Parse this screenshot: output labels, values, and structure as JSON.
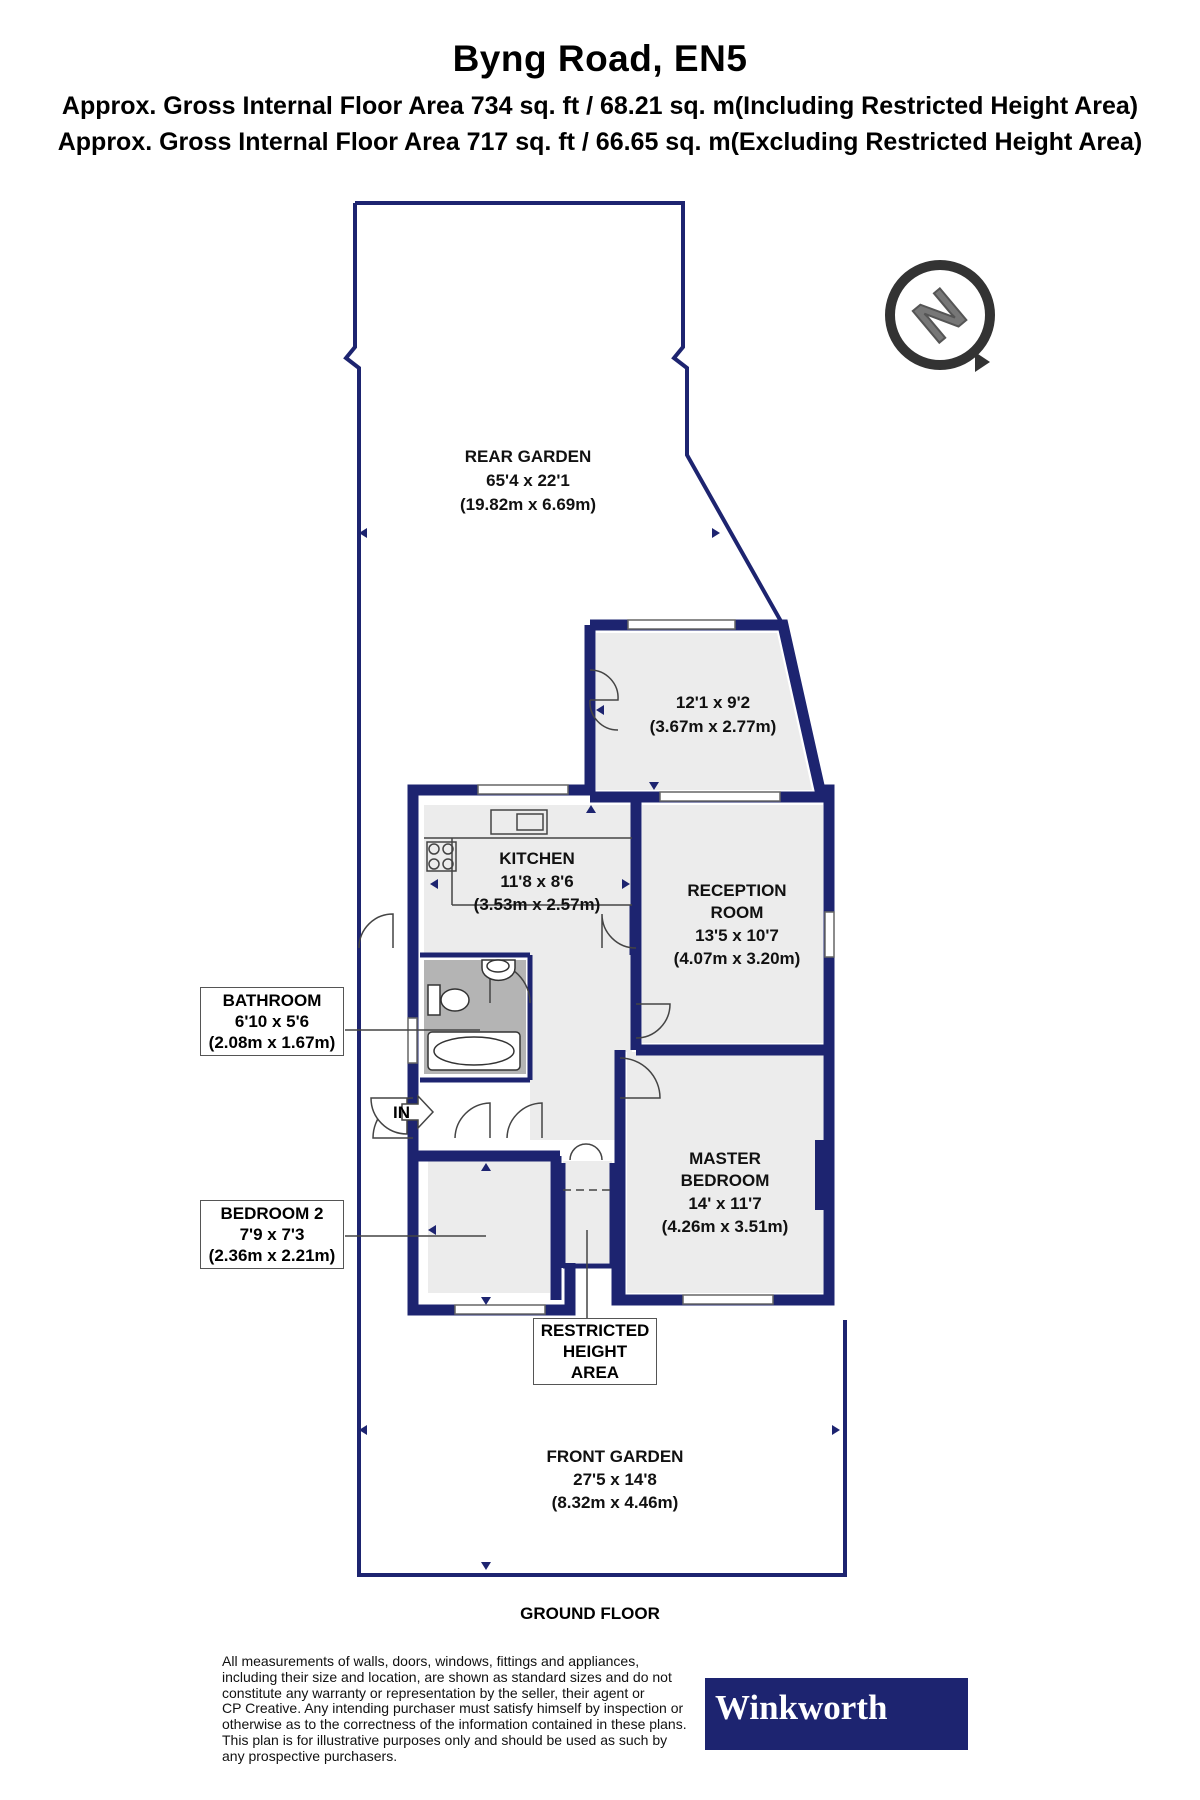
{
  "header": {
    "title": "Byng Road, EN5",
    "area_including": "Approx. Gross Internal Floor Area 734 sq. ft / 68.21 sq. m(Including Restricted Height Area)",
    "area_excluding": "Approx. Gross Internal Floor Area 717 sq. ft / 66.65 sq. m(Excluding Restricted Height Area)"
  },
  "compass": {
    "letter": "N",
    "icon": "north-compass-icon"
  },
  "rooms": {
    "rear_garden": {
      "name": "REAR GARDEN",
      "imperial": "65'4 x 22'1",
      "metric": "(19.82m x 6.69m)"
    },
    "conservatory": {
      "imperial": "12'1 x 9'2",
      "metric": "(3.67m x 2.77m)"
    },
    "kitchen": {
      "name": "KITCHEN",
      "imperial": "11'8 x 8'6",
      "metric": "(3.53m x 2.57m)"
    },
    "reception": {
      "name_line1": "RECEPTION",
      "name_line2": "ROOM",
      "imperial": "13'5 x 10'7",
      "metric": "(4.07m x 3.20m)"
    },
    "master_bedroom": {
      "name_line1": "MASTER",
      "name_line2": "BEDROOM",
      "imperial": "14' x 11'7",
      "metric": "(4.26m x 3.51m)"
    },
    "front_garden": {
      "name": "FRONT GARDEN",
      "imperial": "27'5 x 14'8",
      "metric": "(8.32m x 4.46m)"
    },
    "entrance": {
      "label": "IN"
    }
  },
  "callouts": {
    "bathroom": {
      "name": "BATHROOM",
      "imperial": "6'10 x 5'6",
      "metric": "(2.08m x 1.67m)"
    },
    "bedroom2": {
      "name": "BEDROOM 2",
      "imperial": "7'9 x 7'3",
      "metric": "(2.36m x 2.21m)"
    },
    "restricted": {
      "line1": "RESTRICTED",
      "line2": "HEIGHT",
      "line3": "AREA"
    }
  },
  "floor_label": "GROUND FLOOR",
  "disclaimer": [
    "All measurements of walls, doors, windows, fittings and appliances,",
    "including their size and location, are shown as standard sizes and do not",
    "constitute any warranty or representation by the seller, their agent or",
    "CP Creative. Any intending purchaser must satisfy himself by inspection or",
    "otherwise as to the correctness of the information contained in these plans.",
    "This plan is for illustrative purposes only and should be used as such by",
    "any prospective purchasers."
  ],
  "brand": {
    "name": "Winkworth"
  },
  "colors": {
    "wall": "#1d2470",
    "room_fill": "#ececec",
    "bathroom_fill": "#b4b4b4",
    "brand_bg": "#1d2470"
  }
}
